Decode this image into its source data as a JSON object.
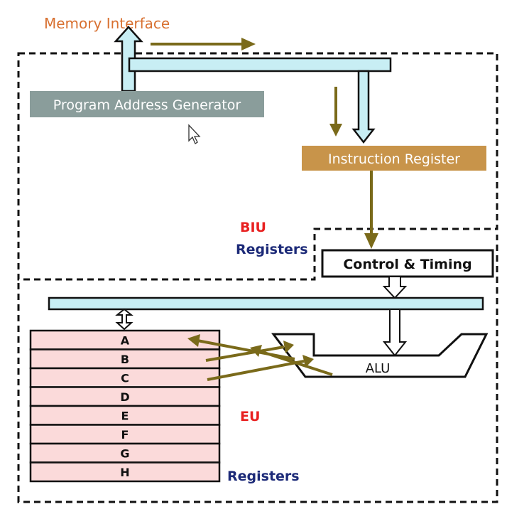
{
  "labels": {
    "memory_interface": "Memory Interface",
    "program_address_generator": "Program Address Generator",
    "instruction_register": "Instruction Register",
    "control_timing": "Control & Timing",
    "biu": "BIU",
    "biu_registers": "Registers",
    "eu": "EU",
    "eu_registers": "Registers",
    "alu": "ALU"
  },
  "registers": [
    "A",
    "B",
    "C",
    "D",
    "E",
    "F",
    "G",
    "H"
  ],
  "colors": {
    "bus_fill": "#c8eef4",
    "pag_fill": "#8a9d9b",
    "ir_fill": "#c8944a",
    "register_fill": "#fbdada",
    "data_arrow": "#7a6a1a",
    "memory_text": "#d87030",
    "unit_red": "#e82020",
    "registers_blue": "#1c2a78"
  },
  "icons": {
    "cursor": "mouse-pointer-icon"
  }
}
